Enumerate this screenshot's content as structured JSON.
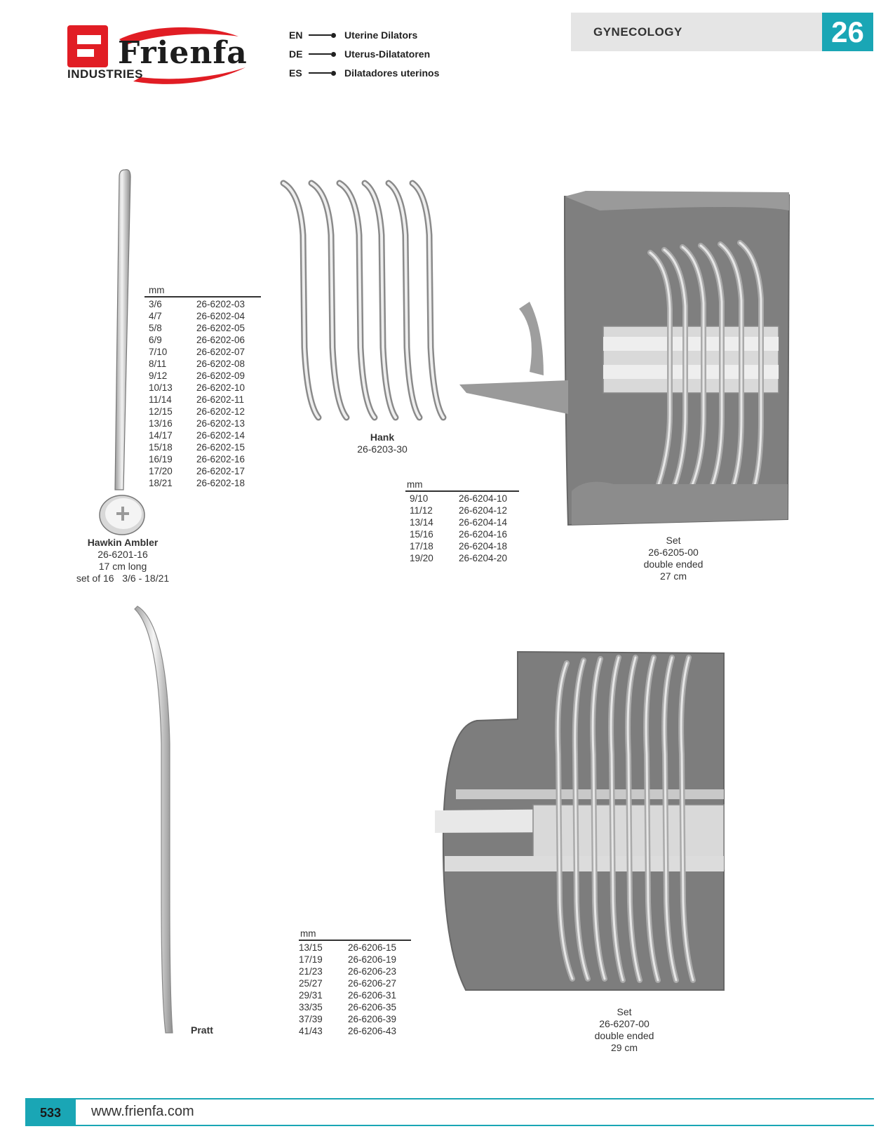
{
  "brand": {
    "name": "Frienfa",
    "subtitle": "INDUSTRIES",
    "colors": {
      "red": "#e11d24",
      "teal": "#1aa6b5"
    }
  },
  "languages": [
    {
      "code": "EN",
      "text": "Uterine Dilators"
    },
    {
      "code": "DE",
      "text": "Uterus-Dilatatoren"
    },
    {
      "code": "ES",
      "text": "Dilatadores uterinos"
    }
  ],
  "category": {
    "title": "GYNECOLOGY",
    "number": "26"
  },
  "products": {
    "hawkin": {
      "name": "Hawkin Ambler",
      "code": "26-6201-16",
      "length": "17 cm long",
      "set_info": "set of 16   3/6 - 18/21",
      "table_header": "mm",
      "rows": [
        [
          "3/6",
          "26-6202-03"
        ],
        [
          "4/7",
          "26-6202-04"
        ],
        [
          "5/8",
          "26-6202-05"
        ],
        [
          "6/9",
          "26-6202-06"
        ],
        [
          "7/10",
          "26-6202-07"
        ],
        [
          "8/11",
          "26-6202-08"
        ],
        [
          "9/12",
          "26-6202-09"
        ],
        [
          "10/13",
          "26-6202-10"
        ],
        [
          "11/14",
          "26-6202-11"
        ],
        [
          "12/15",
          "26-6202-12"
        ],
        [
          "13/16",
          "26-6202-13"
        ],
        [
          "14/17",
          "26-6202-14"
        ],
        [
          "15/18",
          "26-6202-15"
        ],
        [
          "16/19",
          "26-6202-16"
        ],
        [
          "17/20",
          "26-6202-17"
        ],
        [
          "18/21",
          "26-6202-18"
        ]
      ]
    },
    "hank": {
      "name": "Hank",
      "code": "26-6203-30",
      "table_header": "mm",
      "rows": [
        [
          "9/10",
          "26-6204-10"
        ],
        [
          "11/12",
          "26-6204-12"
        ],
        [
          "13/14",
          "26-6204-14"
        ],
        [
          "15/16",
          "26-6204-16"
        ],
        [
          "17/18",
          "26-6204-18"
        ],
        [
          "19/20",
          "26-6204-20"
        ]
      ]
    },
    "set1": {
      "label": "Set",
      "code": "26-6205-00",
      "desc": "double ended",
      "length": "27 cm"
    },
    "pratt": {
      "name": "Pratt",
      "table_header": "mm",
      "rows": [
        [
          "13/15",
          "26-6206-15"
        ],
        [
          "17/19",
          "26-6206-19"
        ],
        [
          "21/23",
          "26-6206-23"
        ],
        [
          "25/27",
          "26-6206-27"
        ],
        [
          "29/31",
          "26-6206-31"
        ],
        [
          "33/35",
          "26-6206-35"
        ],
        [
          "37/39",
          "26-6206-39"
        ],
        [
          "41/43",
          "26-6206-43"
        ]
      ]
    },
    "set2": {
      "label": "Set",
      "code": "26-6207-00",
      "desc": "double ended",
      "length": "29 cm"
    }
  },
  "footer": {
    "page": "533",
    "url": "www.frienfa.com"
  }
}
